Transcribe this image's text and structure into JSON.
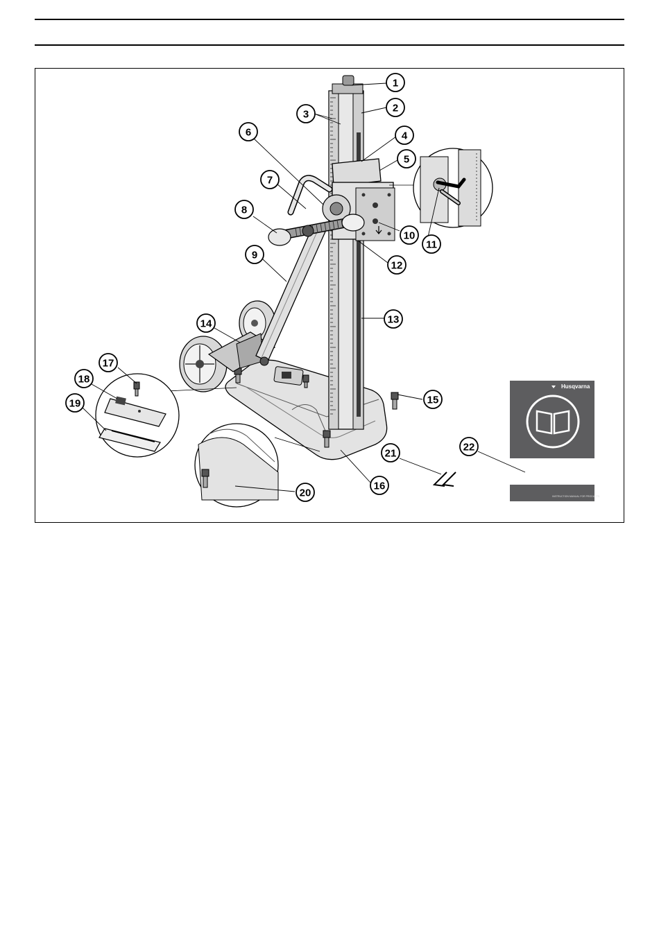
{
  "callouts": [
    "1",
    "2",
    "3",
    "4",
    "5",
    "6",
    "7",
    "8",
    "9",
    "10",
    "11",
    "12",
    "13",
    "14",
    "15",
    "16",
    "17",
    "18",
    "19",
    "20",
    "21",
    "22"
  ],
  "manual": {
    "brand": "Husqvarna",
    "cover_color": "#5d5d5f",
    "icon": "open-book-icon",
    "footer_text": "INSTRUCTION MANUAL FOR PRODUCTS"
  },
  "colors": {
    "line": "#000000",
    "metal_light": "#e6e6e6",
    "metal_mid": "#bdbdbd",
    "metal_dark": "#7a7a7a"
  }
}
